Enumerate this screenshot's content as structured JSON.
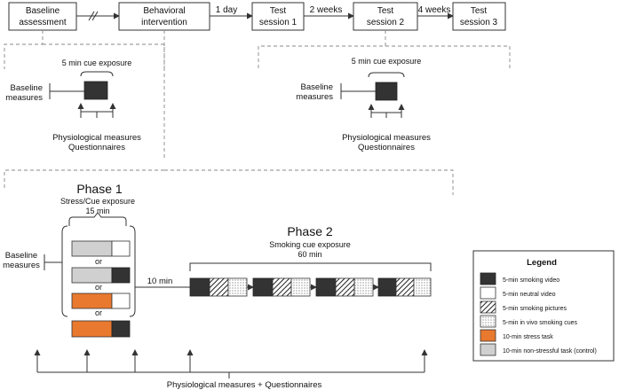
{
  "timeline": {
    "baseline": [
      "Baseline",
      "assessment"
    ],
    "intervention": [
      "Behavioral",
      "intervention"
    ],
    "session1": [
      "Test",
      "session 1"
    ],
    "session2": [
      "Test",
      "session 2"
    ],
    "session3": [
      "Test",
      "session 3"
    ],
    "gap1": "1 day",
    "gap2": "2 weeks",
    "gap3": "4 weeks"
  },
  "mini_left": {
    "cue": "5 min cue exposure",
    "baseline": [
      "Baseline",
      "measures"
    ],
    "measures": [
      "Physiological measures",
      "Questionnaires"
    ]
  },
  "mini_right": {
    "cue": "5 min cue exposure",
    "baseline": [
      "Baseline",
      "measures"
    ],
    "measures": [
      "Physiological measures",
      "Questionnaires"
    ]
  },
  "phase1": {
    "title": "Phase 1",
    "subtitle": [
      "Stress/Cue exposure",
      "15 min"
    ],
    "or_label": "or"
  },
  "phase2": {
    "title": "Phase 2",
    "subtitle": [
      "Smoking cue exposure",
      "60 min"
    ],
    "delay": "10 min"
  },
  "baseline_measures": [
    "Baseline",
    "measures"
  ],
  "bottom_label": "Physiological measures + Questionnaires",
  "legend": {
    "title": "Legend",
    "items": [
      {
        "label": "5-min smoking video",
        "swatch": "black"
      },
      {
        "label": "5-min neutral video",
        "swatch": "white"
      },
      {
        "label": "5-min smoking pictures",
        "swatch": "hatch"
      },
      {
        "label": "5-min in vivo smoking cues",
        "swatch": "dots"
      },
      {
        "label": "10-min stress task",
        "swatch": "orange"
      },
      {
        "label": "10-min non-stressful task (control)",
        "swatch": "gray"
      }
    ]
  },
  "colors": {
    "orange": "#e8792e",
    "gray": "#d0d0d0",
    "black": "#333333"
  }
}
